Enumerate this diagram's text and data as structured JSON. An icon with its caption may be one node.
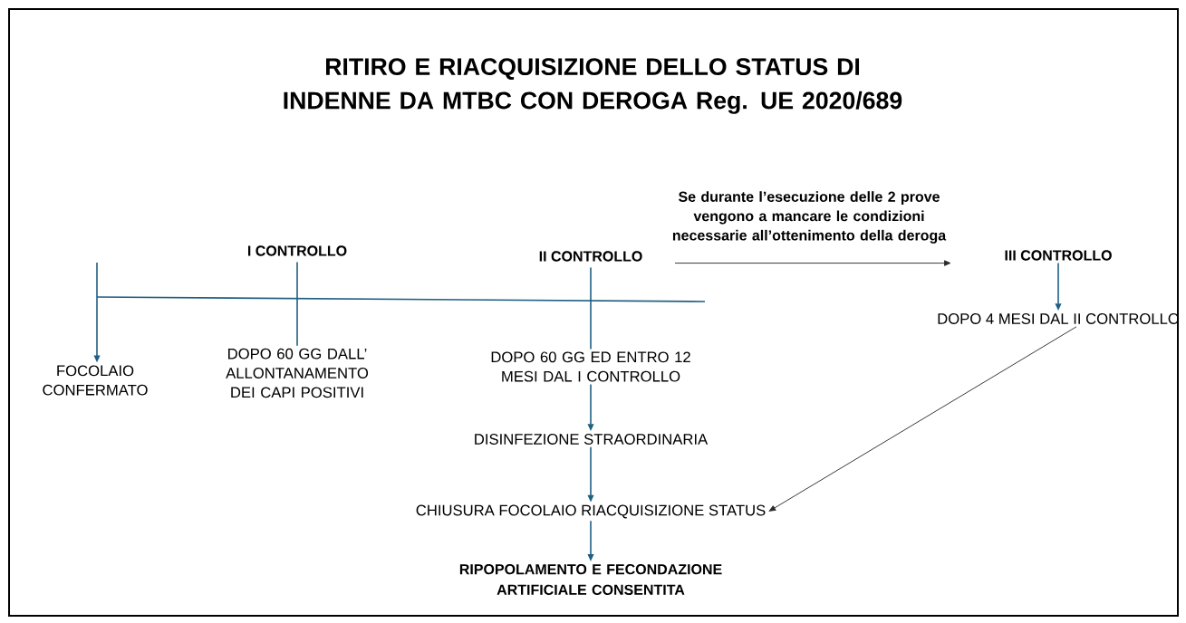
{
  "diagram": {
    "title": "RITIRO E RIACQUISIZIONE DELLO STATUS DI INDENNE DA MTBC CON DEROGA Reg. UE 2020/689",
    "nodes": [
      {
        "text": [
          "FOCOLAIO CONFERMATO"
        ]
      },
      {
        "text": [
          "I CONTROLLO"
        ]
      },
      {
        "text": [
          "DOPO 60 GG DALL’ ALLONTANAMENTO DEI CAPI POSITIVI"
        ]
      },
      {
        "text": [
          "II CONTROLLO"
        ]
      },
      {
        "text": [
          "DOPO 60 GG ED ENTRO 12 MESI DAL I CONTROLLO"
        ]
      },
      {
        "text": [
          "III CONTROLLO"
        ]
      },
      {
        "text": [
          "DOPO 4 MESI  DAL II CONTROLLO"
        ]
      },
      {
        "text": [
          "DISINFEZIONE STRAORDINARIA"
        ]
      },
      {
        "text": [
          "CHIUSURA FOCOLAIO  RIACQUISIZIONE STATUS"
        ]
      },
      {
        "text": [
          "RIPOPOLAMENTO E FECONDAZIONE ARTIFICIALE CONSENTITA"
        ]
      }
    ],
    "edges": [
      {
        "from": null,
        "to": 0,
        "arrow": "to"
      },
      {
        "from": 1,
        "to": 2,
        "arrow": "none"
      },
      {
        "from": 3,
        "to": 4,
        "arrow": "none"
      },
      {
        "from": null,
        "to": 5,
        "arrow": "to",
        "label": "Se durante l’esecuzione delle 2 prove vengono a mancare le condizioni necessarie all’ottenimento della deroga",
        "color": "#2b2b2b"
      },
      {
        "from": 5,
        "to": 6,
        "arrow": "to"
      },
      {
        "from": 4,
        "to": 7,
        "arrow": "to"
      },
      {
        "from": 7,
        "to": 8,
        "arrow": "to"
      },
      {
        "from": 8,
        "to": 9,
        "arrow": "to"
      },
      {
        "from": 6,
        "to": 8,
        "arrow": "to",
        "color": "#2b2b2b"
      }
    ]
  }
}
